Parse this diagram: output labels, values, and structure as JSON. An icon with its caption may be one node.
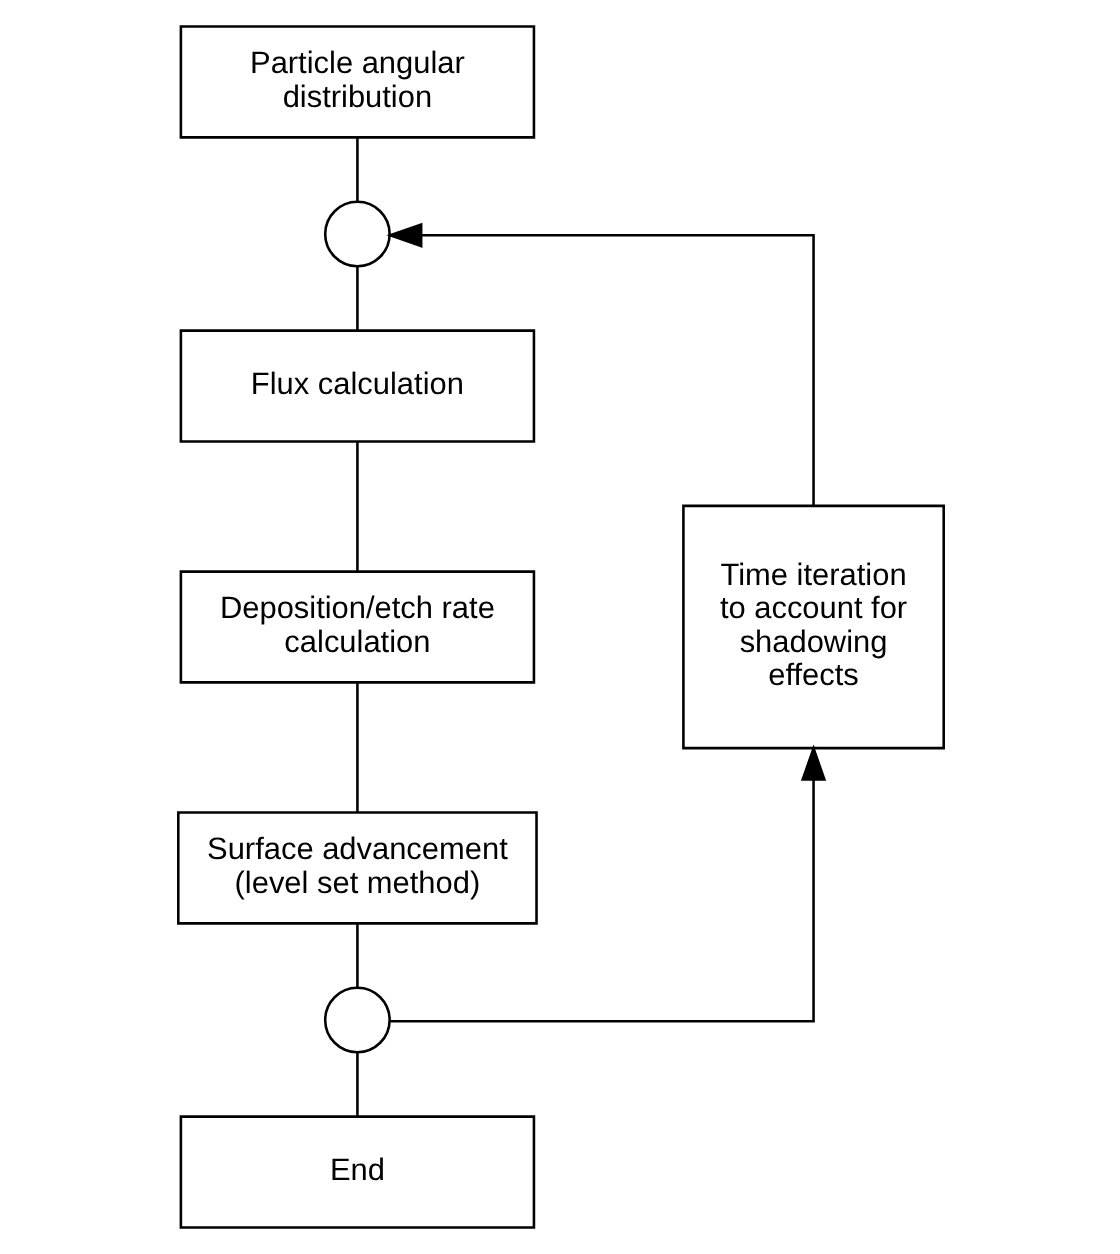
{
  "diagram": {
    "nodes": [
      {
        "text": [
          "Particle angular distribution"
        ]
      },
      {
        "text": [],
        "shape": "circle"
      },
      {
        "text": [
          "Flux calculation"
        ]
      },
      {
        "text": [
          "Deposition/etch rate calculation"
        ]
      },
      {
        "text": [
          "Surface advancement (level set method)"
        ]
      },
      {
        "text": [],
        "shape": "circle"
      },
      {
        "text": [
          "End"
        ]
      },
      {
        "text": [
          "Time iteration to account for shadowing effects"
        ]
      }
    ],
    "edges": [
      {
        "from": 0,
        "to": 1,
        "arrow": "none"
      },
      {
        "from": 1,
        "to": 2,
        "arrow": "none"
      },
      {
        "from": 2,
        "to": 3,
        "arrow": "none"
      },
      {
        "from": 3,
        "to": 4,
        "arrow": "none"
      },
      {
        "from": 4,
        "to": 5,
        "arrow": "none"
      },
      {
        "from": 5,
        "to": 6,
        "arrow": "none"
      },
      {
        "from": 5,
        "to": 7,
        "arrow": "to"
      },
      {
        "from": 7,
        "to": 1,
        "arrow": "to"
      }
    ]
  }
}
